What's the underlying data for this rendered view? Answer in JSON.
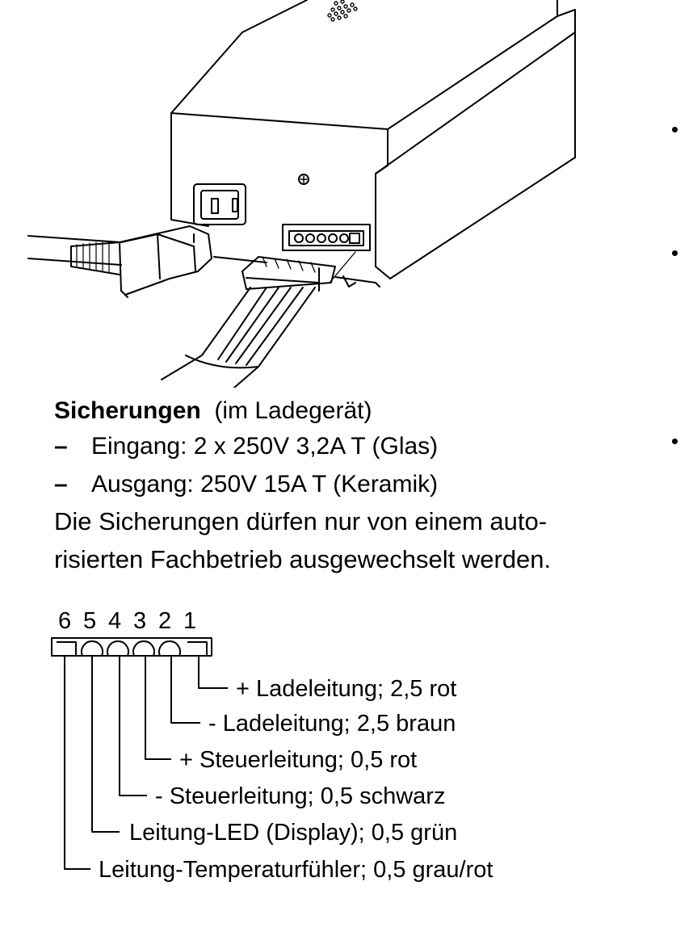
{
  "fuses": {
    "title_bold": "Sicherungen",
    "title_rest": "(im Ladegerät)",
    "items": [
      {
        "dash": "–",
        "text": "Eingang: 2 x 250V 3,2A T (Glas)"
      },
      {
        "dash": "–",
        "text": "Ausgang: 250V 15A T (Keramik)"
      }
    ],
    "note_line1": "Die Sicherungen dürfen nur von einem auto-",
    "note_line2": "risierten Fachbetrieb ausgewechselt werden."
  },
  "connector": {
    "pins": [
      "6",
      "5",
      "4",
      "3",
      "2",
      "1"
    ],
    "wires": [
      {
        "pin": "1",
        "label": "+ Ladeleitung; 2,5 rot"
      },
      {
        "pin": "2",
        "label": "- Ladeleitung; 2,5 braun"
      },
      {
        "pin": "3",
        "label": "+ Steuerleitung; 0,5 rot"
      },
      {
        "pin": "4",
        "label": "- Steuerleitung; 0,5 schwarz"
      },
      {
        "pin": "5",
        "label": "Leitung-LED (Display); 0,5 grün"
      },
      {
        "pin": "6",
        "label": "Leitung-Temperaturfühler; 0,5 grau/rot"
      }
    ]
  }
}
